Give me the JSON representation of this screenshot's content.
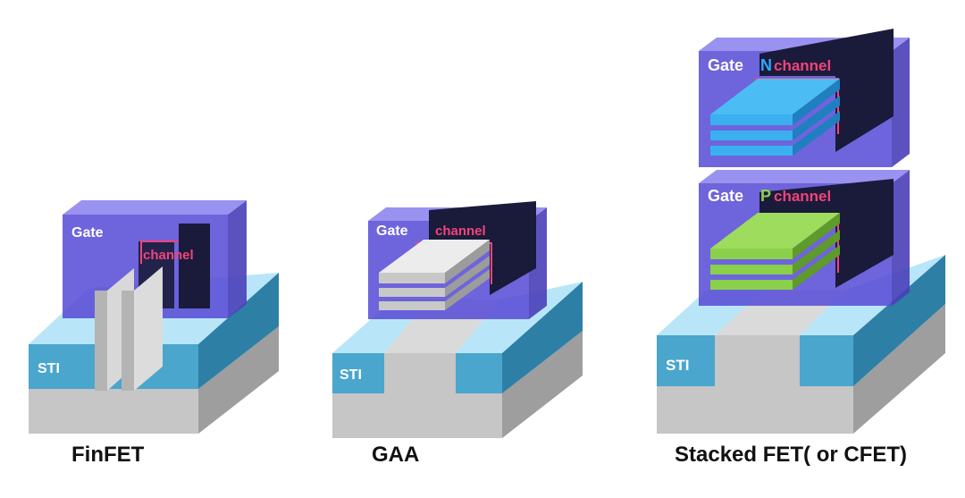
{
  "diagrams": [
    {
      "caption": "FinFET",
      "gate_label": "Gate",
      "channel_label": "channel",
      "sti_label": "STI"
    },
    {
      "caption": "GAA",
      "gate_label": "Gate",
      "channel_label": "channel",
      "sti_label": "STI"
    },
    {
      "caption": "Stacked FET( or CFET)",
      "gate_label": "Gate",
      "sti_label": "STI",
      "upper": {
        "gate_label": "Gate",
        "type_letter": "N",
        "channel_label": "channel"
      },
      "lower": {
        "gate_label": "Gate",
        "type_letter": "P",
        "channel_label": "channel"
      }
    }
  ],
  "colors": {
    "gate": "#5a4fd6",
    "channel_text": "#f0447a",
    "n_letter": "#2fa8ff",
    "p_letter": "#8ed04c",
    "sti_front": "#4aa6cc",
    "sti_top": "#b8e6f8",
    "substrate": "#c8c8c8",
    "gaa_sheet": "#e6e6e6",
    "n_sheet": "#3ab0f0",
    "p_sheet": "#8ad04a",
    "dark_sheet": "#1a1a3a"
  }
}
